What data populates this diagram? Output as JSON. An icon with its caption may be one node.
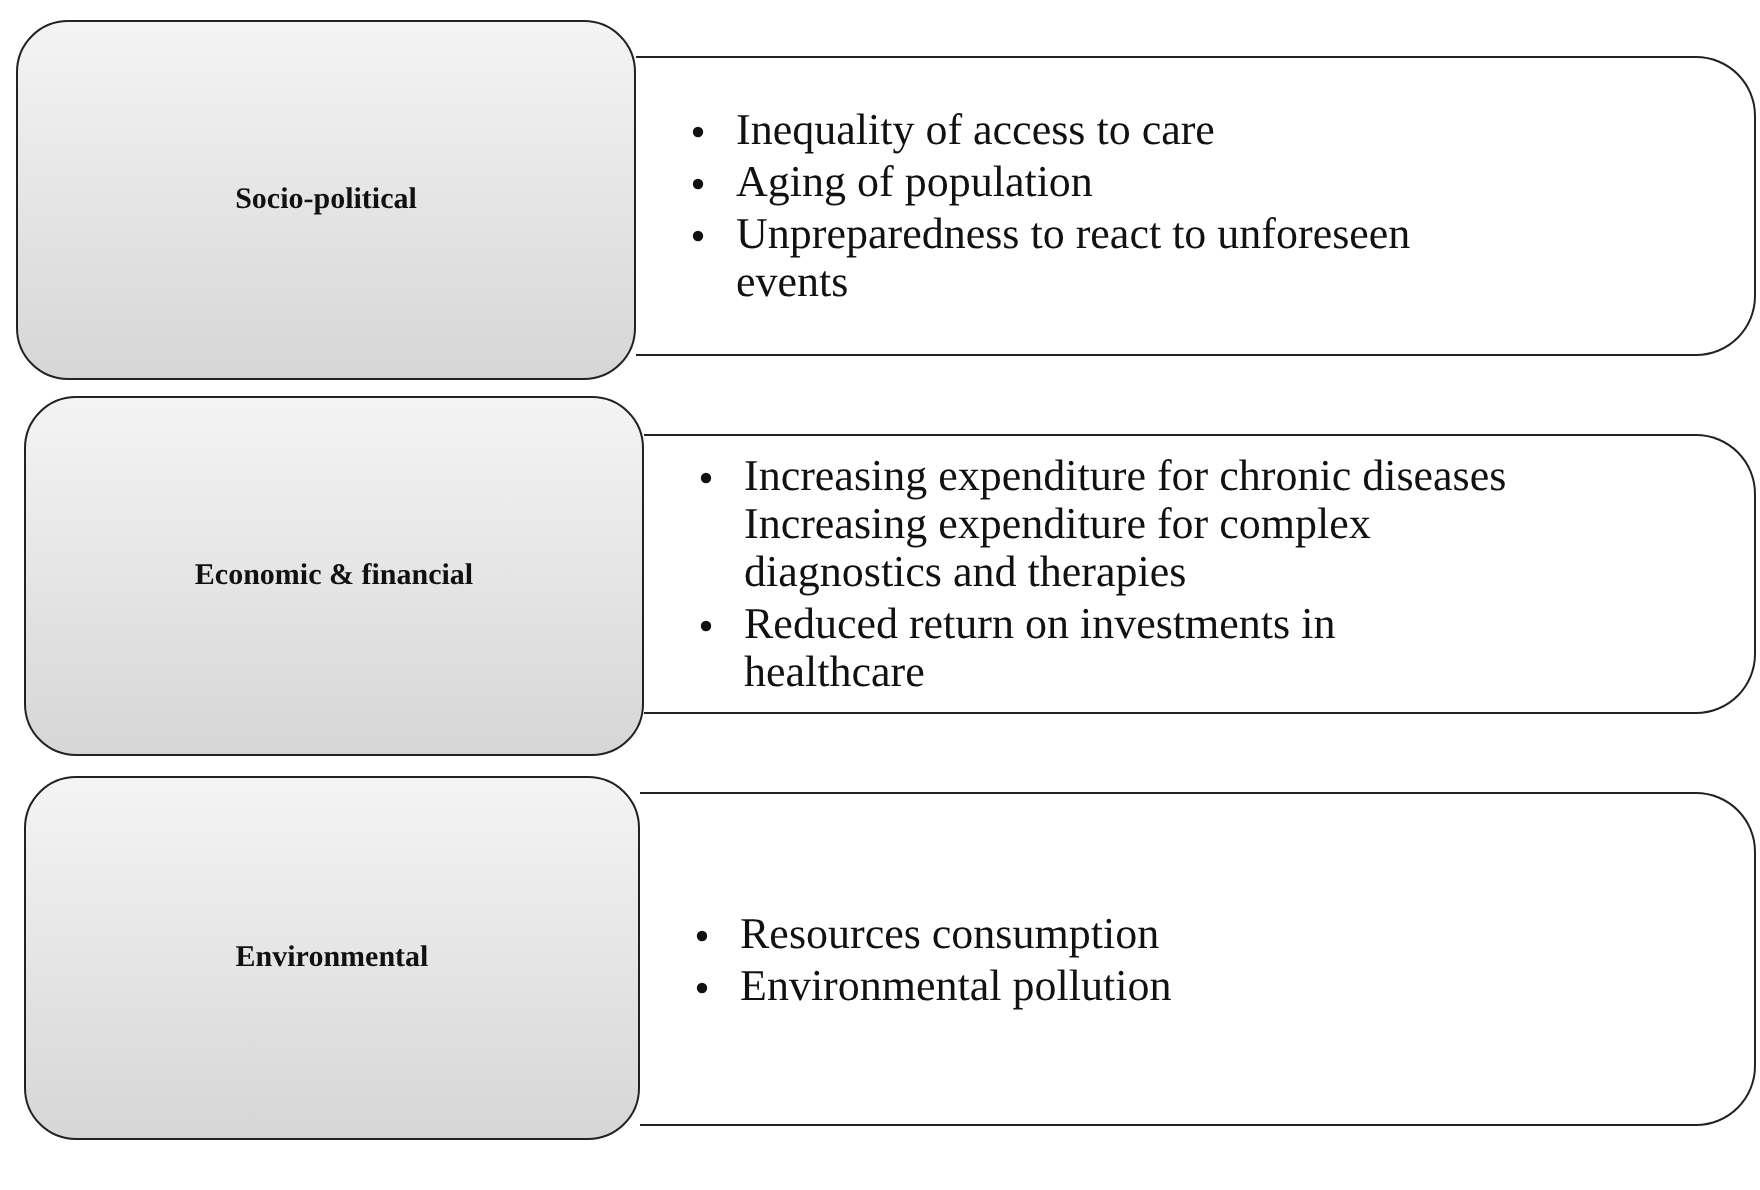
{
  "diagram": {
    "nodes": [
      {
        "text": [
          "Socio-political"
        ]
      },
      {
        "text": [
          "Inequality of access to care",
          "Aging of population",
          "Unpreparedness to react to unforeseen events"
        ]
      },
      {
        "text": [
          "Economic & financial"
        ]
      },
      {
        "text": [
          "Increasing expenditure for chronic diseases Increasing expenditure for complex diagnostics and therapies",
          "Reduced return on investments in healthcare"
        ]
      },
      {
        "text": [
          "Environmental"
        ]
      },
      {
        "text": [
          "Resources consumption",
          "Environmental pollution"
        ]
      }
    ]
  }
}
